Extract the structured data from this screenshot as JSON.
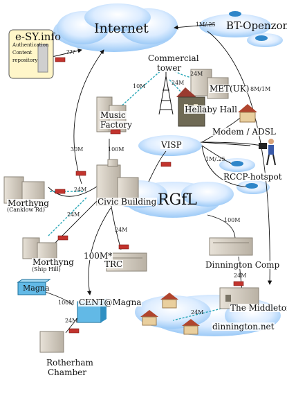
{
  "nodes": {
    "internet": "Internet",
    "bt_openzone": "BT-Openzone",
    "esy_title": "e-SY.info",
    "esy_desc_1": "Authentication",
    "esy_desc_2": "Content",
    "esy_desc_3": "repository",
    "commercial_1": "Commercial",
    "commercial_2": "tower",
    "met_uk": "MET(UK)",
    "music_1": "Music",
    "music_2": "Factory",
    "hellaby": "Hellaby Hall",
    "modem_adsl": "Modem / ADSL",
    "visp": "VISP",
    "rccp_hotspot": "RCCP-hotspot",
    "rgfl": "RGfL",
    "civic": "Civic Building",
    "morthyng_c": "Morthyng",
    "morthyng_c_sub": "(Canklow Rd)",
    "morthyng_s": "Morthyng",
    "morthyng_s_sub": "(Ship Hill)",
    "trc": "TRC",
    "dinnington_comp": "Dinnington Comp",
    "magna": "Magna",
    "cent_magna": "CENT@Magna",
    "the_middleton": "The Middleton",
    "dinnington_net": "dinnington.net",
    "rotherham_1": "Rotherham",
    "rotherham_2": "Chamber"
  },
  "links": {
    "internet_bt": "1M/.25",
    "esy_internet": "???",
    "commercial_music": "10M",
    "commercial_met": "24M",
    "commercial_hellaby": "24M",
    "internet_middleton": "8M/1M",
    "internet_civic": "30M",
    "music_civic": "100M",
    "morthyng_civic": "24M",
    "visp_rccp": "1M/.25",
    "morthyngs_civic": "24M",
    "civic_trc": "24M",
    "rgfl_dinnington": "100M",
    "civic_cent": "100M*",
    "dinnington_middleton": "24M",
    "magna_cent": "100M",
    "cent_rotherham": "24M",
    "middleton_houses": "24M"
  }
}
